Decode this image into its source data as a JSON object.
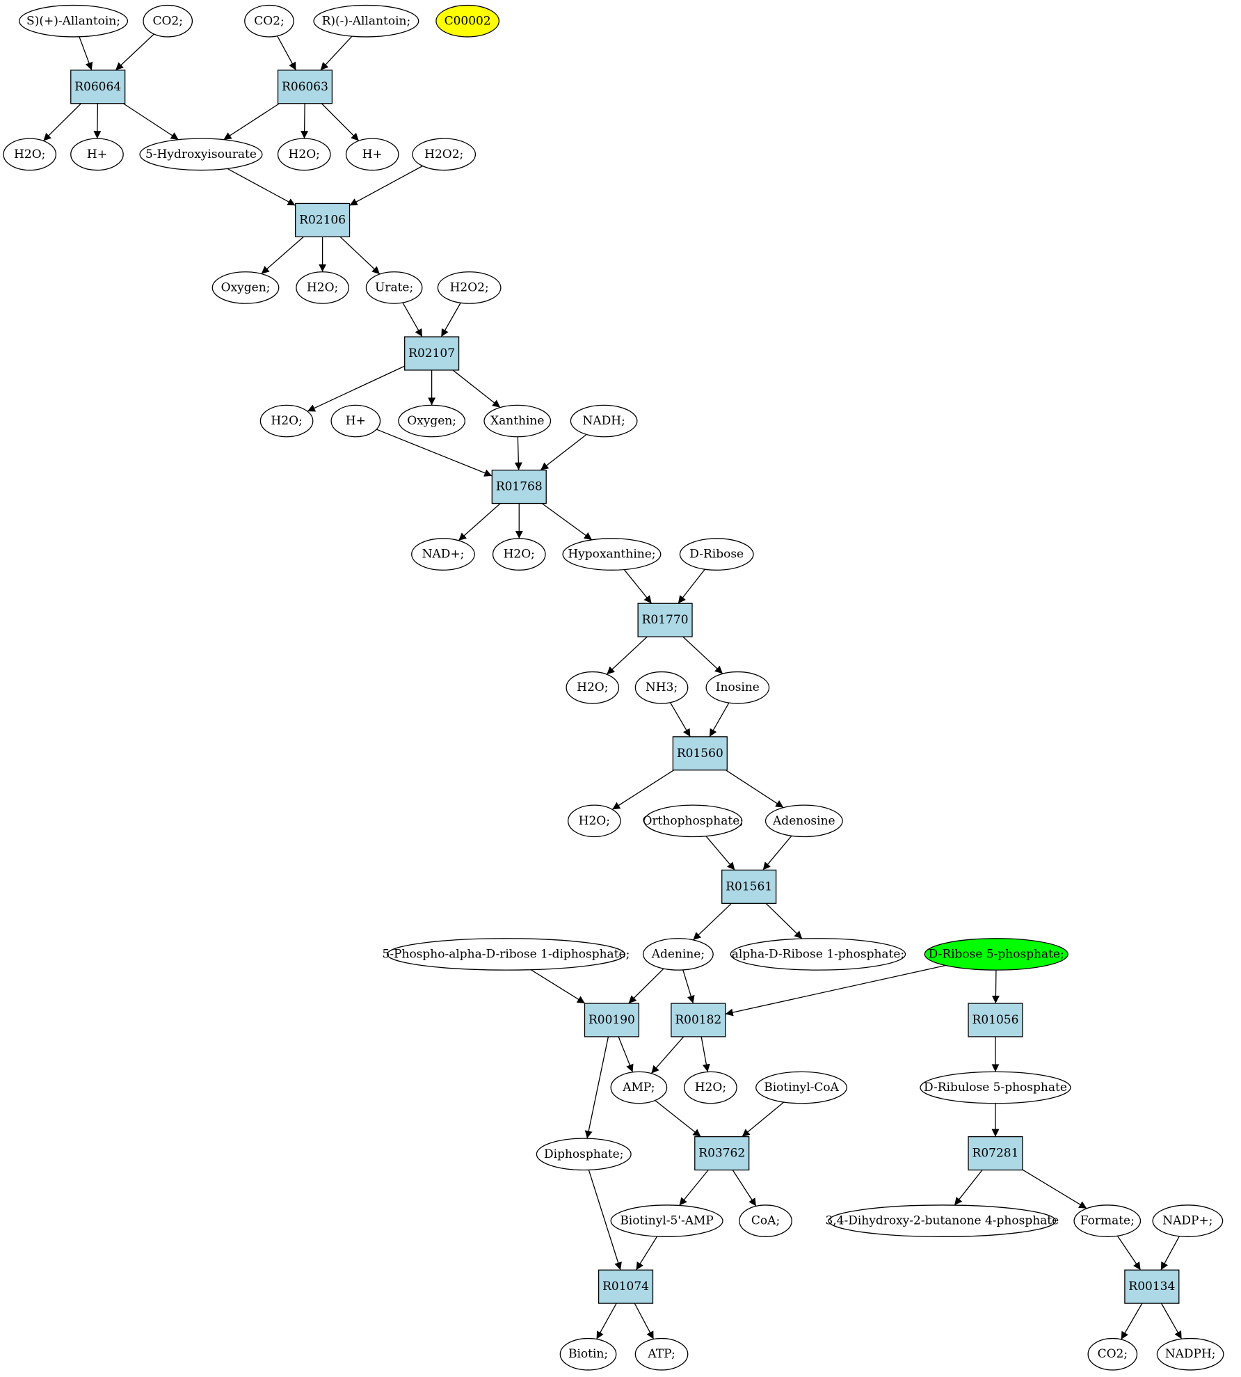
{
  "colors": {
    "compound_fill": "#ffffff",
    "reaction_fill": "#add8e6",
    "highlight_yellow": "#ffff00",
    "highlight_green": "#00ff00",
    "stroke": "#000000"
  },
  "compounds": [
    {
      "id": "c1",
      "label": "S)(+)-Allantoin;"
    },
    {
      "id": "c2",
      "label": "CO2;"
    },
    {
      "id": "c3",
      "label": "CO2;"
    },
    {
      "id": "c4",
      "label": "R)(-)-Allantoin;"
    },
    {
      "id": "c5",
      "label": "C00002",
      "highlight": "yellow"
    },
    {
      "id": "c6",
      "label": "H2O;"
    },
    {
      "id": "c7",
      "label": "H+"
    },
    {
      "id": "c8",
      "label": "5-Hydroxyisourate"
    },
    {
      "id": "c9",
      "label": "H2O;"
    },
    {
      "id": "c10",
      "label": "H+"
    },
    {
      "id": "c11",
      "label": "H2O2;"
    },
    {
      "id": "c12",
      "label": "Oxygen;"
    },
    {
      "id": "c13",
      "label": "H2O;"
    },
    {
      "id": "c14",
      "label": "Urate;"
    },
    {
      "id": "c15",
      "label": "H2O2;"
    },
    {
      "id": "c16",
      "label": "H2O;"
    },
    {
      "id": "c17",
      "label": "H+"
    },
    {
      "id": "c18",
      "label": "Oxygen;"
    },
    {
      "id": "c19",
      "label": "Xanthine"
    },
    {
      "id": "c20",
      "label": "NADH;"
    },
    {
      "id": "c21",
      "label": "NAD+;"
    },
    {
      "id": "c22",
      "label": "H2O;"
    },
    {
      "id": "c23",
      "label": "Hypoxanthine;"
    },
    {
      "id": "c24",
      "label": "D-Ribose"
    },
    {
      "id": "c25",
      "label": "H2O;"
    },
    {
      "id": "c26",
      "label": "NH3;"
    },
    {
      "id": "c27",
      "label": "Inosine"
    },
    {
      "id": "c28",
      "label": "H2O;"
    },
    {
      "id": "c29",
      "label": "Orthophosphate;"
    },
    {
      "id": "c30",
      "label": "Adenosine"
    },
    {
      "id": "c31",
      "label": "5-Phospho-alpha-D-ribose 1-diphosphate;"
    },
    {
      "id": "c32",
      "label": "Adenine;"
    },
    {
      "id": "c33",
      "label": "alpha-D-Ribose 1-phosphate;"
    },
    {
      "id": "c34",
      "label": "D-Ribose 5-phosphate;",
      "highlight": "green"
    },
    {
      "id": "c35",
      "label": "AMP;"
    },
    {
      "id": "c36",
      "label": "H2O;"
    },
    {
      "id": "c37",
      "label": "Biotinyl-CoA"
    },
    {
      "id": "c38",
      "label": "D-Ribulose 5-phosphate"
    },
    {
      "id": "c39",
      "label": "Diphosphate;"
    },
    {
      "id": "c40",
      "label": "Biotinyl-5'-AMP"
    },
    {
      "id": "c41",
      "label": "CoA;"
    },
    {
      "id": "c42",
      "label": "3,4-Dihydroxy-2-butanone 4-phosphate"
    },
    {
      "id": "c43",
      "label": "Formate;"
    },
    {
      "id": "c44",
      "label": "NADP+;"
    },
    {
      "id": "c45",
      "label": "Biotin;"
    },
    {
      "id": "c46",
      "label": "ATP;"
    },
    {
      "id": "c47",
      "label": "CO2;"
    },
    {
      "id": "c48",
      "label": "NADPH;"
    }
  ],
  "reactions": [
    {
      "id": "r1",
      "label": "R06064"
    },
    {
      "id": "r2",
      "label": "R06063"
    },
    {
      "id": "r3",
      "label": "R02106"
    },
    {
      "id": "r4",
      "label": "R02107"
    },
    {
      "id": "r5",
      "label": "R01768"
    },
    {
      "id": "r6",
      "label": "R01770"
    },
    {
      "id": "r7",
      "label": "R01560"
    },
    {
      "id": "r8",
      "label": "R01561"
    },
    {
      "id": "r9",
      "label": "R00190"
    },
    {
      "id": "r10",
      "label": "R00182"
    },
    {
      "id": "r11",
      "label": "R01056"
    },
    {
      "id": "r12",
      "label": "R03762"
    },
    {
      "id": "r13",
      "label": "R07281"
    },
    {
      "id": "r14",
      "label": "R01074"
    },
    {
      "id": "r15",
      "label": "R00134"
    }
  ],
  "edges": [
    [
      "c1",
      "r1"
    ],
    [
      "c2",
      "r1"
    ],
    [
      "c3",
      "r2"
    ],
    [
      "c4",
      "r2"
    ],
    [
      "r1",
      "c6"
    ],
    [
      "r1",
      "c7"
    ],
    [
      "r1",
      "c8"
    ],
    [
      "r2",
      "c8"
    ],
    [
      "r2",
      "c9"
    ],
    [
      "r2",
      "c10"
    ],
    [
      "c8",
      "r3"
    ],
    [
      "c11",
      "r3"
    ],
    [
      "r3",
      "c12"
    ],
    [
      "r3",
      "c13"
    ],
    [
      "r3",
      "c14"
    ],
    [
      "c14",
      "r4"
    ],
    [
      "c15",
      "r4"
    ],
    [
      "r4",
      "c16"
    ],
    [
      "r4",
      "c18"
    ],
    [
      "r4",
      "c19"
    ],
    [
      "c17",
      "r5"
    ],
    [
      "c19",
      "r5"
    ],
    [
      "c20",
      "r5"
    ],
    [
      "r5",
      "c21"
    ],
    [
      "r5",
      "c22"
    ],
    [
      "r5",
      "c23"
    ],
    [
      "c23",
      "r6"
    ],
    [
      "c24",
      "r6"
    ],
    [
      "r6",
      "c25"
    ],
    [
      "r6",
      "c27"
    ],
    [
      "c26",
      "r7"
    ],
    [
      "c27",
      "r7"
    ],
    [
      "r7",
      "c28"
    ],
    [
      "r7",
      "c30"
    ],
    [
      "c29",
      "r8"
    ],
    [
      "c30",
      "r8"
    ],
    [
      "r8",
      "c32"
    ],
    [
      "r8",
      "c33"
    ],
    [
      "c31",
      "r9"
    ],
    [
      "c32",
      "r9"
    ],
    [
      "c32",
      "r10"
    ],
    [
      "c34",
      "r10"
    ],
    [
      "c34",
      "r11"
    ],
    [
      "r9",
      "c35"
    ],
    [
      "r9",
      "c39"
    ],
    [
      "r10",
      "c35"
    ],
    [
      "r10",
      "c36"
    ],
    [
      "r11",
      "c38"
    ],
    [
      "c35",
      "r12"
    ],
    [
      "c37",
      "r12"
    ],
    [
      "r12",
      "c40"
    ],
    [
      "r12",
      "c41"
    ],
    [
      "c38",
      "r13"
    ],
    [
      "r13",
      "c42"
    ],
    [
      "r13",
      "c43"
    ],
    [
      "c39",
      "r14"
    ],
    [
      "c40",
      "r14"
    ],
    [
      "c43",
      "r15"
    ],
    [
      "c44",
      "r15"
    ],
    [
      "r14",
      "c45"
    ],
    [
      "r14",
      "c46"
    ],
    [
      "r15",
      "c47"
    ],
    [
      "r15",
      "c48"
    ]
  ]
}
